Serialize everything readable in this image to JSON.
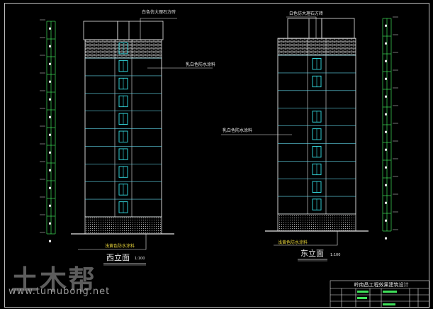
{
  "west": {
    "title": "西立面",
    "scale": "1:100",
    "labels": {
      "top": "白色仿大理石方砖",
      "mid": "乳白色防水涂料",
      "bottom": "浅黄色防水涂料"
    }
  },
  "east": {
    "title": "东立面",
    "scale": "1:100",
    "labels": {
      "top": "白色仿大理石方砖",
      "mid": "乳白色防水涂料",
      "bottom": "浅黄色防水涂料"
    }
  },
  "title_block": {
    "heading": "岭南昌工程效果建筑设计"
  },
  "watermark": {
    "brand": "土木帮",
    "url": "www.tumubong.net"
  },
  "colors": {
    "background": "#000000",
    "outline": "#e8e8e8",
    "floor_lines": "#5fd3e6",
    "window": "#35e0e6",
    "leader_text": "#e8e8e8",
    "dimension": "#3fe05a",
    "label_yellow": "#e6d23a"
  }
}
